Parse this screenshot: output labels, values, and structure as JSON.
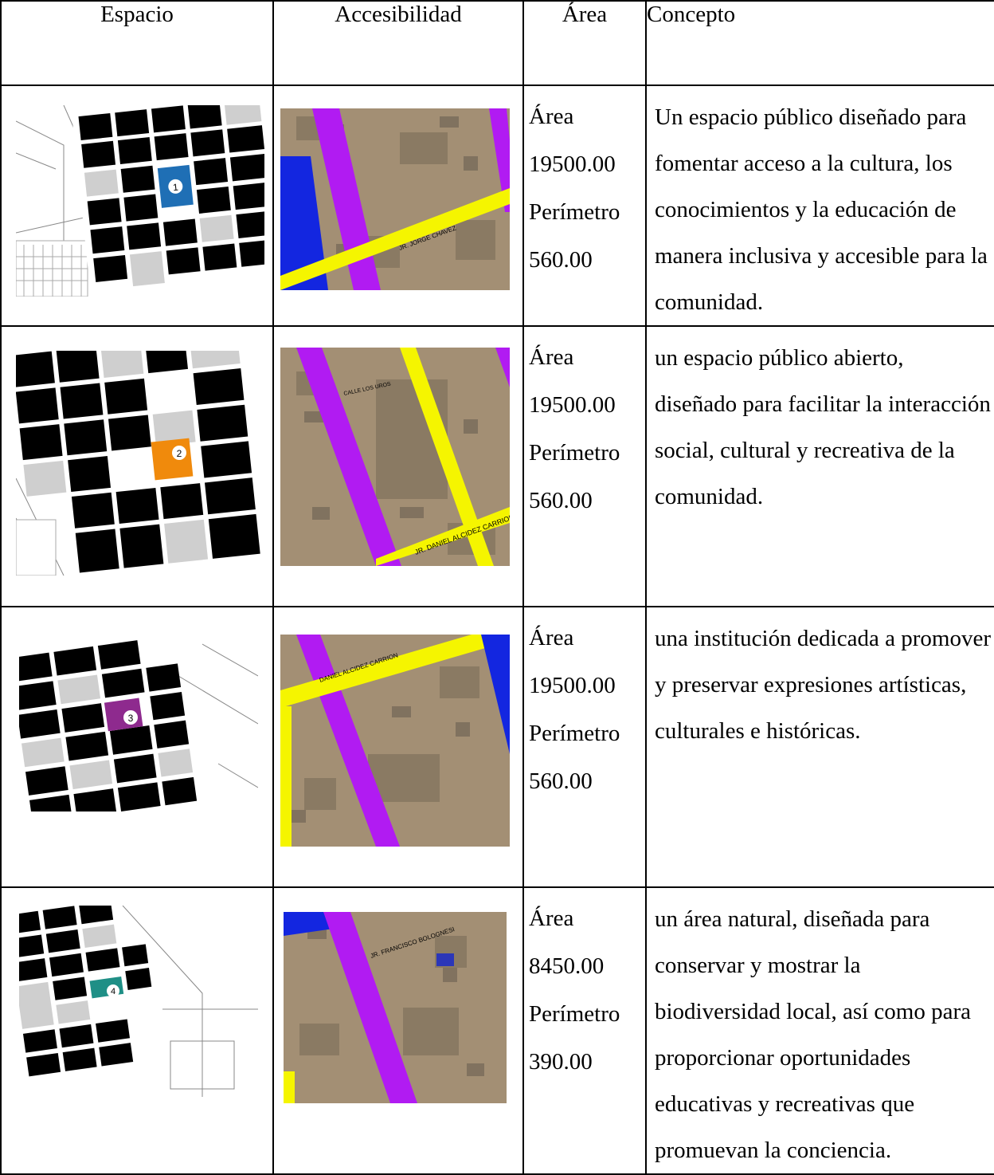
{
  "headers": {
    "espacio": "Espacio",
    "accesibilidad": "Accesibilidad",
    "area": "Área",
    "concepto": "Concepto"
  },
  "rows": [
    {
      "marker": "1",
      "marker_color": "#1f6fb5",
      "area_label": "Área",
      "area_value": "19500.00",
      "perimeter_label": "Perímetro",
      "perimeter_value": "560.00",
      "concept": "Un espacio público diseñado para fomentar acceso a la cultura, los conocimientos y la educación de manera inclusiva y accesible para la comunidad.",
      "map_labels": [
        "JR. JORGE CHAVEZ"
      ]
    },
    {
      "marker": "2",
      "marker_color": "#f08a0c",
      "area_label": "Área",
      "area_value": "19500.00",
      "perimeter_label": "Perímetro",
      "perimeter_value": "560.00",
      "concept": "un espacio público abierto, diseñado para facilitar la interacción social, cultural y recreativa de la comunidad.",
      "map_labels": [
        "CALLE LOS UROS",
        "JR. DANIEL ALCIDEZ CARRION"
      ]
    },
    {
      "marker": "3",
      "marker_color": "#8e2a8e",
      "area_label": "Área",
      "area_value": "19500.00",
      "perimeter_label": "Perímetro",
      "perimeter_value": "560.00",
      "concept": "una institución dedicada a promover y preservar expresiones artísticas, culturales e históricas.",
      "map_labels": [
        "DANIEL ALCIDEZ CARRION"
      ]
    },
    {
      "marker": "4",
      "marker_color": "#1f8f86",
      "area_label": "Área",
      "area_value": "8450.00",
      "perimeter_label": "Perímetro",
      "perimeter_value": "390.00",
      "concept": "un área natural, diseñada para conservar y mostrar la biodiversidad local, así como para proporcionar oportunidades educativas y recreativas que promuevan la conciencia.",
      "map_labels": [
        "JR. FRANCISCO BOLOGNESI"
      ]
    }
  ],
  "colors": {
    "road_purple": "#b11bf2",
    "road_yellow": "#f5f500",
    "road_blue": "#1326e0",
    "block_black": "#000000",
    "block_gray": "#cfcfcf",
    "aerial_ground": "#a38f74"
  }
}
